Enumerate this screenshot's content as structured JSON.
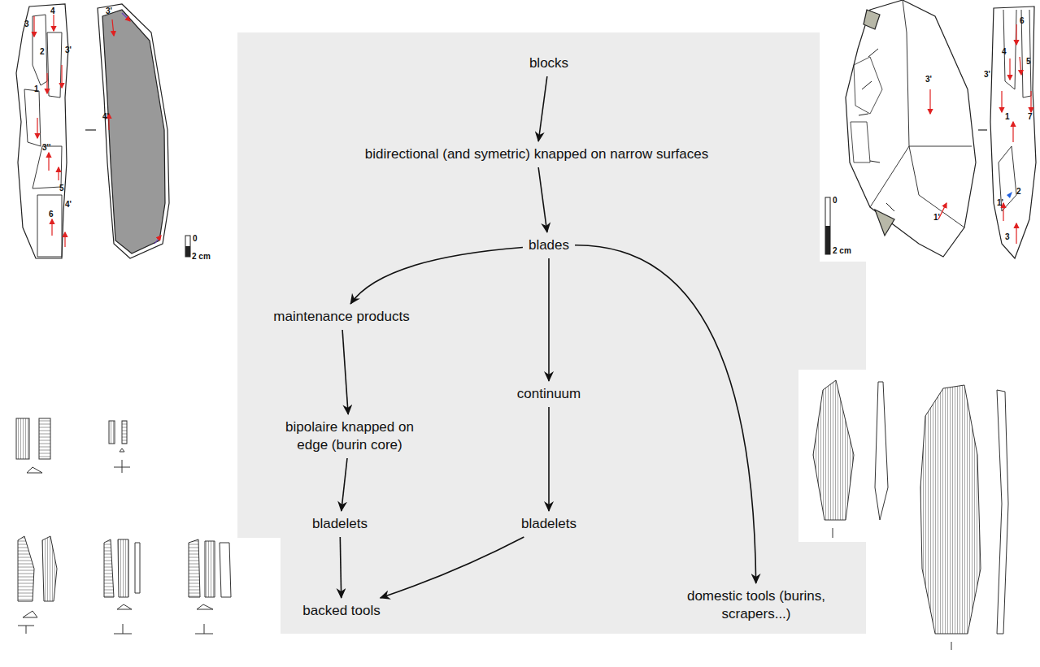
{
  "diagram": {
    "nodes": [
      {
        "text": [
          "blocks"
        ]
      },
      {
        "text": [
          "bidirectional (and symetric) knapped on narrow surfaces"
        ]
      },
      {
        "text": [
          "blades"
        ]
      },
      {
        "text": [
          "maintenance products"
        ]
      },
      {
        "text": [
          "bipolaire knapped on edge (burin core)"
        ]
      },
      {
        "text": [
          "continuum"
        ]
      },
      {
        "text": [
          "bladelets"
        ]
      },
      {
        "text": [
          "bladelets"
        ]
      },
      {
        "text": [
          "backed tools"
        ]
      },
      {
        "text": [
          "domestic tools (burins, scrapers...)"
        ]
      }
    ],
    "edges": [
      {
        "from": 0,
        "to": 1,
        "arrow": "to"
      },
      {
        "from": 1,
        "to": 2,
        "arrow": "to"
      },
      {
        "from": 2,
        "to": 3,
        "arrow": "to"
      },
      {
        "from": 2,
        "to": 5,
        "arrow": "to"
      },
      {
        "from": 2,
        "to": 9,
        "arrow": "to"
      },
      {
        "from": 3,
        "to": 4,
        "arrow": "to"
      },
      {
        "from": 4,
        "to": 6,
        "arrow": "to"
      },
      {
        "from": 5,
        "to": 7,
        "arrow": "to"
      },
      {
        "from": 6,
        "to": 8,
        "arrow": "to"
      },
      {
        "from": 7,
        "to": 8,
        "arrow": "to"
      }
    ],
    "labels": [
      "3",
      "4",
      "2",
      "3'",
      "1",
      "3''",
      "5",
      "6",
      "4'",
      "3'",
      "4'",
      "0",
      "2 cm",
      "3'",
      "1'",
      "6",
      "4",
      "3'",
      "5",
      "1",
      "7",
      "2",
      "1'",
      "3",
      "0",
      "2 cm"
    ]
  }
}
